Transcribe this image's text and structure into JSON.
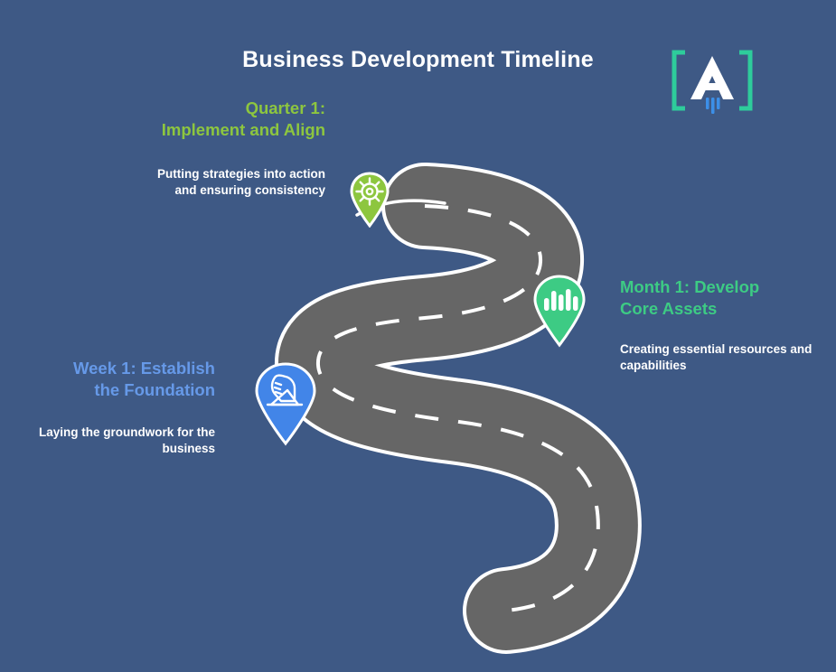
{
  "page": {
    "title": "Business Development Timeline",
    "background_color": "#3E5985"
  },
  "logo": {
    "name": "brand-logo-a-mark",
    "letter": "A",
    "bracket_color": "#2ECC9B",
    "letter_color": "#FFFFFF",
    "accent_bar_color": "#3C8FE8"
  },
  "road": {
    "surface_color": "#666666",
    "edge_line_color": "#FFFFFF",
    "center_dash_color": "#FFFFFF"
  },
  "milestones": [
    {
      "id": "quarter-1",
      "heading": "Quarter 1:\nImplement and Align",
      "heading_line_1": "Quarter 1:",
      "heading_line_2": "Implement and Align",
      "description": "Putting strategies into action and ensuring consistency",
      "color": "#8DC63F",
      "pin_color": "#8DC63F",
      "icon": "gear-icon",
      "align": "right"
    },
    {
      "id": "month-1",
      "heading": "Month 1: Develop Core Assets",
      "heading_line_1": "Month 1: Develop",
      "heading_line_2": "Core Assets",
      "description": "Creating essential resources and capabilities",
      "color": "#3DCB84",
      "pin_color": "#3DCB84",
      "icon": "bar-chart-icon",
      "align": "left"
    },
    {
      "id": "week-1",
      "heading": "Week 1: Establish the Foundation",
      "heading_line_1": "Week 1: Establish",
      "heading_line_2": "the Foundation",
      "description": "Laying the groundwork for the business",
      "color": "#6699E8",
      "pin_color": "#4285E8",
      "icon": "running-shoe-icon",
      "align": "right"
    }
  ]
}
